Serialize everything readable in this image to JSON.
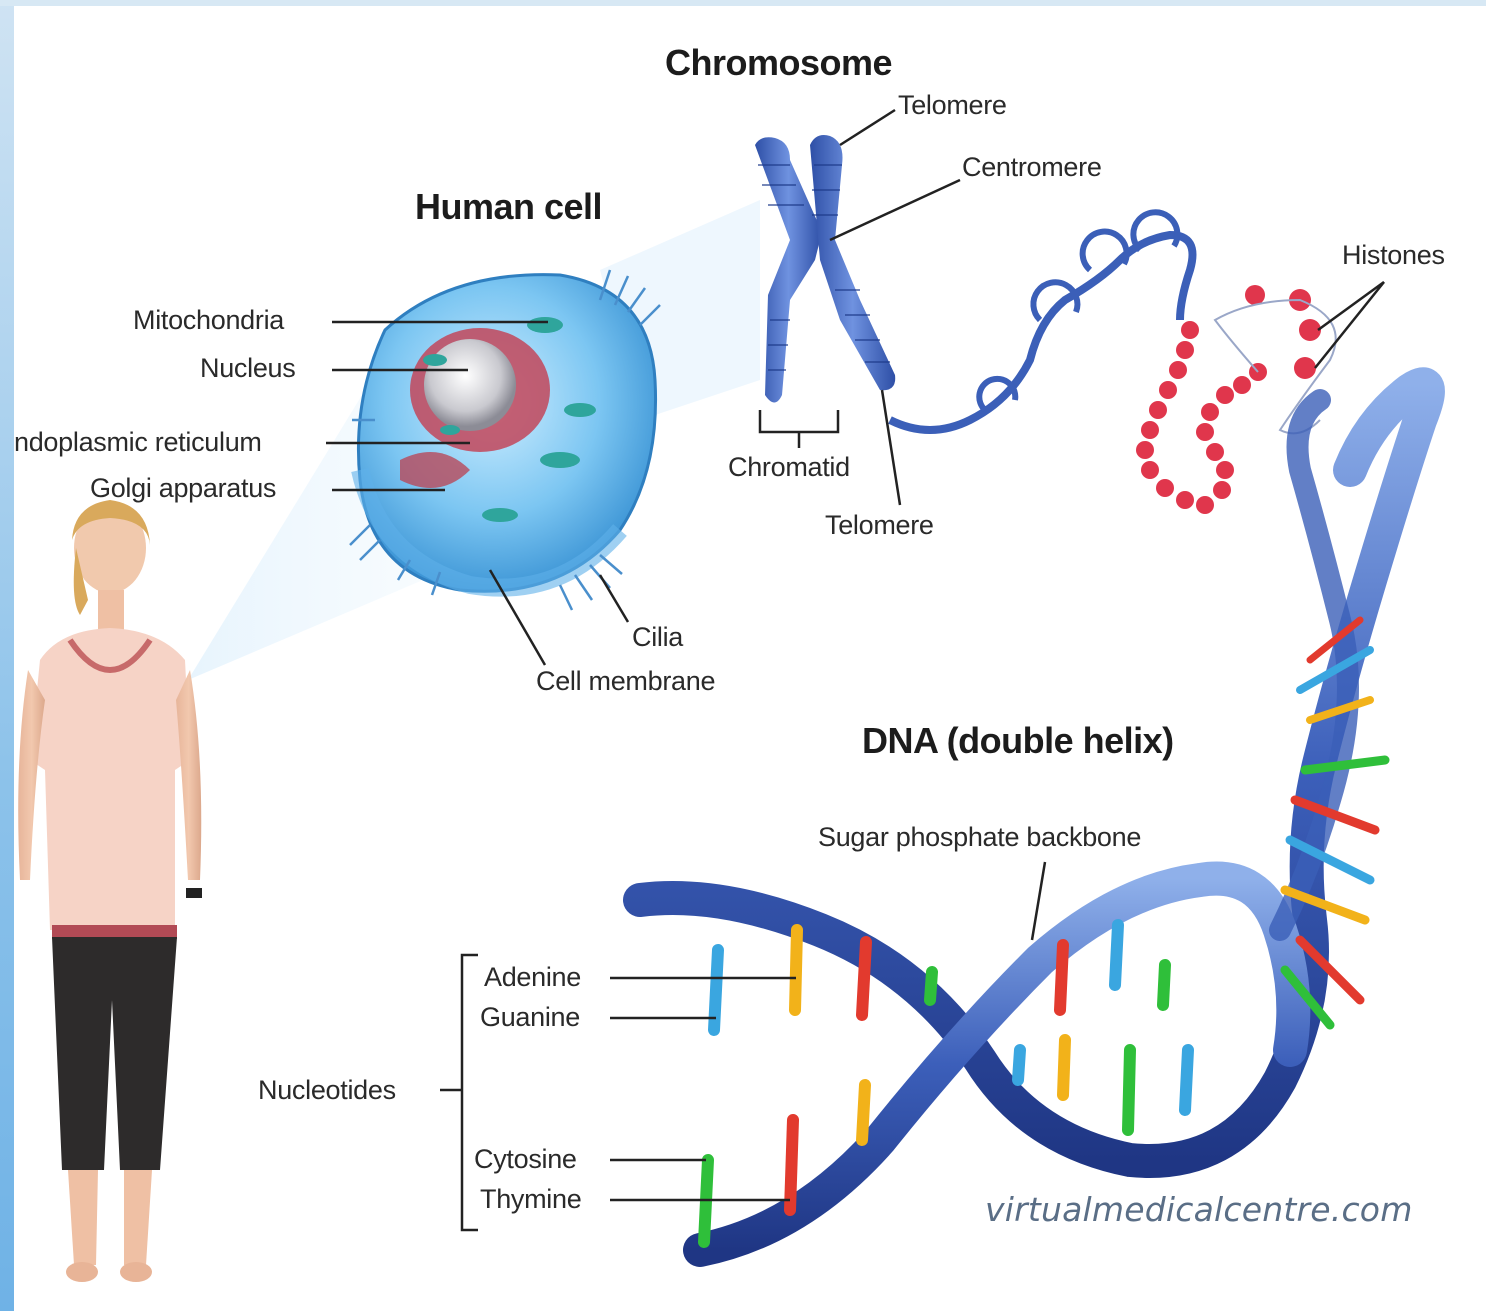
{
  "titles": {
    "chromosome": "Chromosome",
    "human_cell": "Human cell",
    "dna": "DNA (double helix)"
  },
  "cell_labels": {
    "mitochondria": "Mitochondria",
    "nucleus": "Nucleus",
    "endoplasmic_reticulum": "ndoplasmic reticulum",
    "golgi": "Golgi apparatus",
    "cilia": "Cilia",
    "cell_membrane": "Cell membrane"
  },
  "chromosome_labels": {
    "telomere_top": "Telomere",
    "centromere": "Centromere",
    "chromatid": "Chromatid",
    "telomere_bottom": "Telomere",
    "histones": "Histones"
  },
  "dna_labels": {
    "backbone": "Sugar phosphate backbone",
    "nucleotides": "Nucleotides",
    "adenine": "Adenine",
    "guanine": "Guanine",
    "cytosine": "Cytosine",
    "thymine": "Thymine"
  },
  "watermark": "virtualmedicalcentre.com",
  "colors": {
    "adenine": "#f2b21a",
    "guanine": "#3aa6e0",
    "cytosine": "#e23a2e",
    "thymine": "#2fbf3a",
    "helix": "#3b5fb8",
    "histone": "#e0364c"
  }
}
